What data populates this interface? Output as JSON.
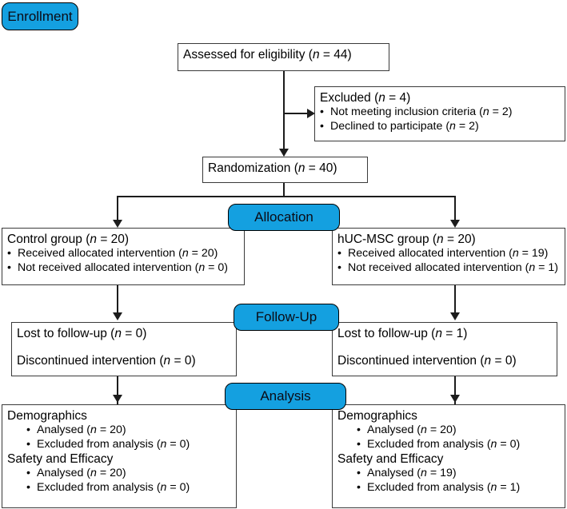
{
  "figure": {
    "type": "consort-flow-diagram",
    "accent_color": "#14a0e0",
    "border_color": "#3a3a3a"
  },
  "stages": {
    "enrollment": "Enrollment",
    "allocation": "Allocation",
    "followup": "Follow-Up",
    "analysis": "Analysis"
  },
  "enrollment": {
    "assessed": {
      "text_before": "Assessed for eligibility (",
      "n": "n",
      "text_after": " = 44)"
    },
    "excluded": {
      "title_before": "Excluded (",
      "title_n": "n",
      "title_after": " = 4)",
      "items": [
        {
          "text": "Not meeting inclusion criteria (",
          "n": "n",
          "after": " = 2)"
        },
        {
          "text": "Declined to participate (",
          "n": "n",
          "after": " = 2)"
        }
      ]
    },
    "randomization": {
      "text_before": "Randomization (",
      "n": "n",
      "text_after": " = 40)"
    }
  },
  "allocation": {
    "control": {
      "title_before": "Control group (",
      "title_n": "n",
      "title_after": " = 20)",
      "items": [
        {
          "text": "Received allocated intervention (",
          "n": "n",
          "after": " = 20)"
        },
        {
          "text": "Not received allocated intervention (",
          "n": "n",
          "after": " = 0)"
        }
      ]
    },
    "treatment": {
      "title_before": "hUC-MSC group (",
      "title_n": "n",
      "title_after": " = 20)",
      "items": [
        {
          "text": "Received allocated intervention (",
          "n": "n",
          "after": " = 19)"
        },
        {
          "text": "Not received allocated intervention (",
          "n": "n",
          "after": " = 1)"
        }
      ]
    }
  },
  "followup": {
    "control": {
      "lost_before": "Lost to follow-up (",
      "lost_n": "n",
      "lost_after": " = 0)",
      "disc_before": "Discontinued intervention (",
      "disc_n": "n",
      "disc_after": " = 0)"
    },
    "treatment": {
      "lost_before": "Lost to follow-up (",
      "lost_n": "n",
      "lost_after": " = 1)",
      "disc_before": "Discontinued intervention (",
      "disc_n": "n",
      "disc_after": " = 0)"
    }
  },
  "analysis": {
    "control": {
      "demographics_title": "Demographics",
      "demographics_items": [
        {
          "text": "Analysed (",
          "n": "n",
          "after": " = 20)"
        },
        {
          "text": "Excluded from analysis (",
          "n": "n",
          "after": " = 0)"
        }
      ],
      "safety_title": "Safety and Efficacy",
      "safety_items": [
        {
          "text": "Analysed (",
          "n": "n",
          "after": " = 20)"
        },
        {
          "text": "Excluded from analysis (",
          "n": "n",
          "after": " = 0)"
        }
      ]
    },
    "treatment": {
      "demographics_title": "Demographics",
      "demographics_items": [
        {
          "text": "Analysed (",
          "n": "n",
          "after": " = 20)"
        },
        {
          "text": "Excluded from analysis (",
          "n": "n",
          "after": " = 0)"
        }
      ],
      "safety_title": "Safety and Efficacy",
      "safety_items": [
        {
          "text": "Analysed (",
          "n": "n",
          "after": " = 19)"
        },
        {
          "text": "Excluded from analysis (",
          "n": "n",
          "after": " = 1)"
        }
      ]
    }
  }
}
